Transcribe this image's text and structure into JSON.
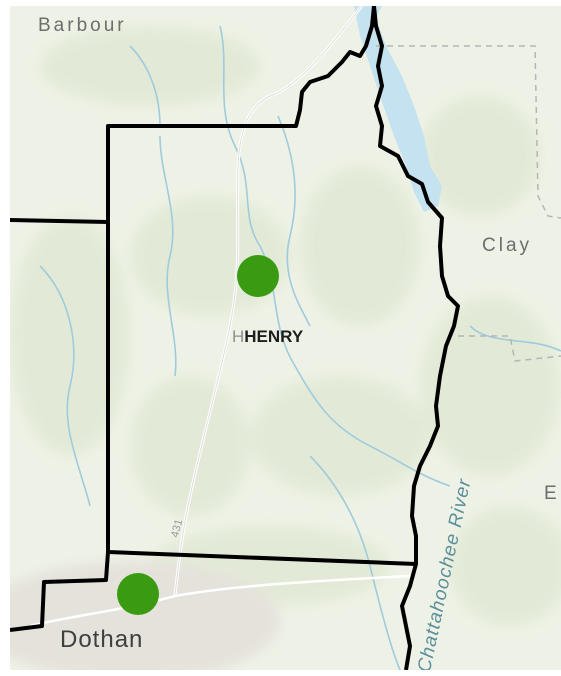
{
  "map": {
    "labels": {
      "barbour": "Barbour",
      "clay": "Clay",
      "county_ghost": "H",
      "county": "HENRY",
      "river": "Chattahoochee River",
      "city": "Dothan",
      "highway": "431",
      "edge_letter": "E"
    },
    "markers": [
      {
        "name": "site-marker-henry",
        "color": "#3a9a12"
      },
      {
        "name": "site-marker-dothan",
        "color": "#3a9a12"
      }
    ],
    "colors": {
      "background": "#eef2e6",
      "vegetation": "#dfe8d2",
      "water": "#c4e2ef",
      "river": "#9fcbdc",
      "boundary": "#000000",
      "road": "#ffffff",
      "dashed_boundary": "#b5b5b5",
      "urban": "#e5e2dc"
    }
  }
}
